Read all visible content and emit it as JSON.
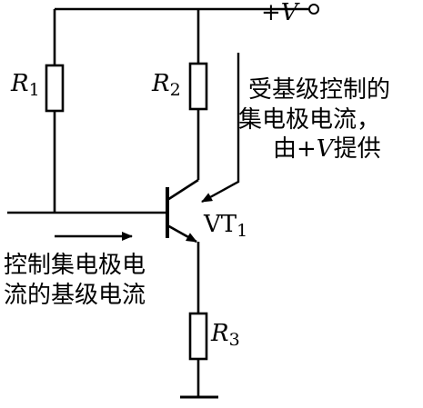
{
  "supply": {
    "sign": "+",
    "name": "V"
  },
  "resistors": [
    {
      "letter": "R",
      "index": "1"
    },
    {
      "letter": "R",
      "index": "2"
    },
    {
      "letter": "R",
      "index": "3"
    }
  ],
  "transistor": {
    "name": "VT",
    "index": "1"
  },
  "annotations": {
    "collector_current": {
      "line1": "受基级控制的",
      "line2": "集电极电流，",
      "line3_prefix": "由+",
      "line3_var": "V",
      "line3_suffix": "提供"
    },
    "base_current": {
      "line1": "控制集电极电",
      "line2": "流的基级电流"
    }
  }
}
